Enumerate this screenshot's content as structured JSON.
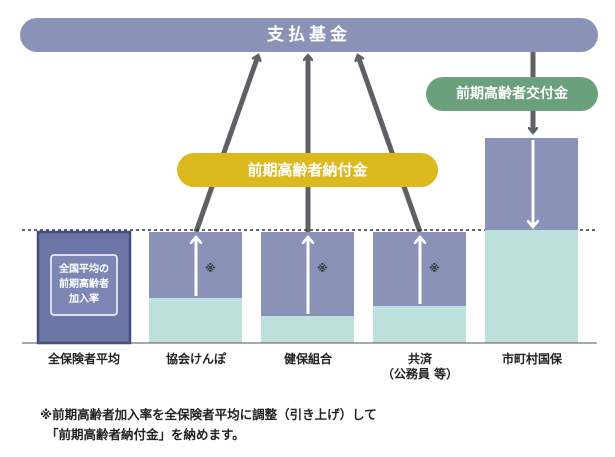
{
  "fund": {
    "label": "支払基金"
  },
  "grant_label": "前期高齢者交付金",
  "payment_label": "前期高齢者納付金",
  "national_box": {
    "label": "全国平均の\n前期高齢者\n加入率"
  },
  "insurers": [
    {
      "name": "全保険者平均",
      "mark": ""
    },
    {
      "name": "協会けんぽ",
      "mark": "※"
    },
    {
      "name": "健保組合",
      "mark": "※"
    },
    {
      "name": "共済\n（公務員 等）",
      "mark": "※"
    },
    {
      "name": "市町村国保",
      "mark": ""
    }
  ],
  "footnote": {
    "line1": "※前期高齢者加入率を全保険者平均に調整（引き上げ）して",
    "line2": "「前期高齢者納付金」を納めます。"
  },
  "colors": {
    "fund": "#8a92b8",
    "grant": "#6aa07c",
    "payment": "#dcba1f",
    "elderly": "#8a92b8",
    "young": "#bde0dc",
    "arrow": "#5d6166",
    "national_fill": "#6b76a6",
    "national_border": "#3f4d80"
  }
}
